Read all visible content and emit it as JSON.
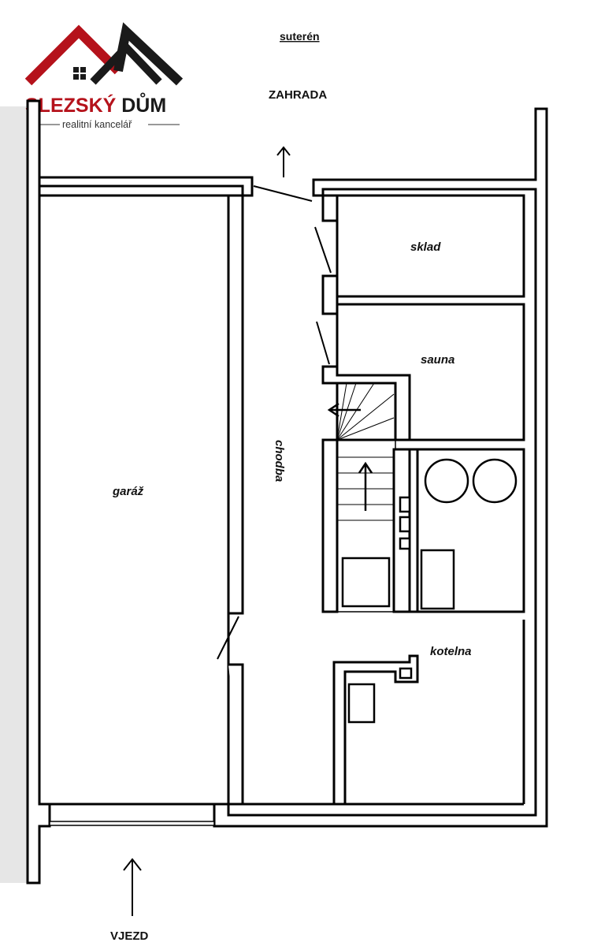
{
  "logo": {
    "brand_part1": "SLEZSKÝ ",
    "brand_part2": "DŮM",
    "tagline": "realitní kancelář",
    "colors": {
      "red": "#b5121b",
      "dark": "#1a1a1a"
    }
  },
  "plan": {
    "title": "suterén",
    "top_label": "ZAHRADA",
    "bottom_label": "VJEZD",
    "rooms": {
      "garage": "garáž",
      "corridor": "chodba",
      "storage": "sklad",
      "sauna": "sauna",
      "boiler": "kotelna"
    }
  },
  "colors": {
    "wall": "#000000",
    "background": "#ffffff",
    "side_strip": "#e6e6e6"
  }
}
